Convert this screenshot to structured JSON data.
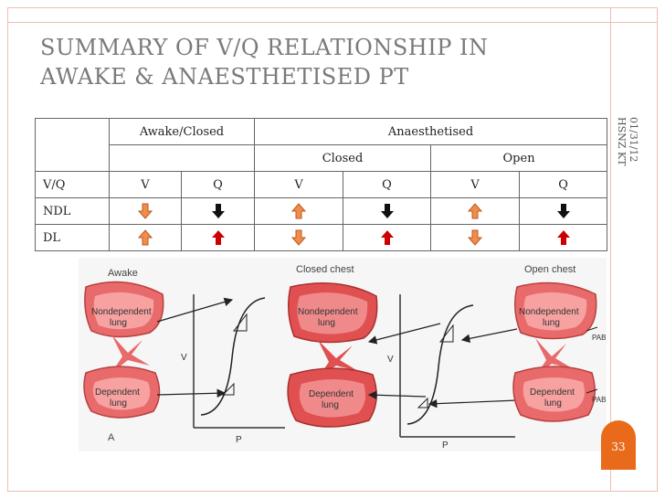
{
  "slide": {
    "title_line1": "SUMMARY OF V/Q RELATIONSHIP IN",
    "title_line2": "AWAKE & ANAESTHETISED PT",
    "date": "01/31/12",
    "author": "HSNZ KT",
    "page_number": "33"
  },
  "table": {
    "header_awake": "Awake/Closed",
    "header_anaesthetised": "Anaesthetised",
    "sub_closed": "Closed",
    "sub_open": "Open",
    "row_header": [
      "V/Q",
      "V",
      "Q",
      "V",
      "Q",
      "V",
      "Q"
    ],
    "row_ndl_label": "NDL",
    "row_dl_label": "DL",
    "ndl_arrows": [
      "down-orange",
      "down-black",
      "up-orange",
      "down-black",
      "up-orange",
      "down-black"
    ],
    "dl_arrows": [
      "up-orange",
      "up-red",
      "down-orange",
      "up-red",
      "down-orange",
      "up-red"
    ]
  },
  "figure": {
    "label_awake": "Awake",
    "label_closed_chest": "Closed chest",
    "label_open_chest": "Open chest",
    "label_nondependent_1": "Nondependent",
    "label_nondependent_2": "lung",
    "label_dependent_1": "Dependent",
    "label_dependent_2": "lung",
    "label_v": "V",
    "label_p": "P",
    "label_a": "A",
    "label_pab": "PAB"
  },
  "colors": {
    "lung_outer": "#e96a6a",
    "lung_inner": "#f7a1a1",
    "lung_dark": "#d94545",
    "arrow_orange": "#f28c4a",
    "arrow_red": "#cc0000",
    "arrow_black": "#111111",
    "accent": "#e86a1a"
  }
}
